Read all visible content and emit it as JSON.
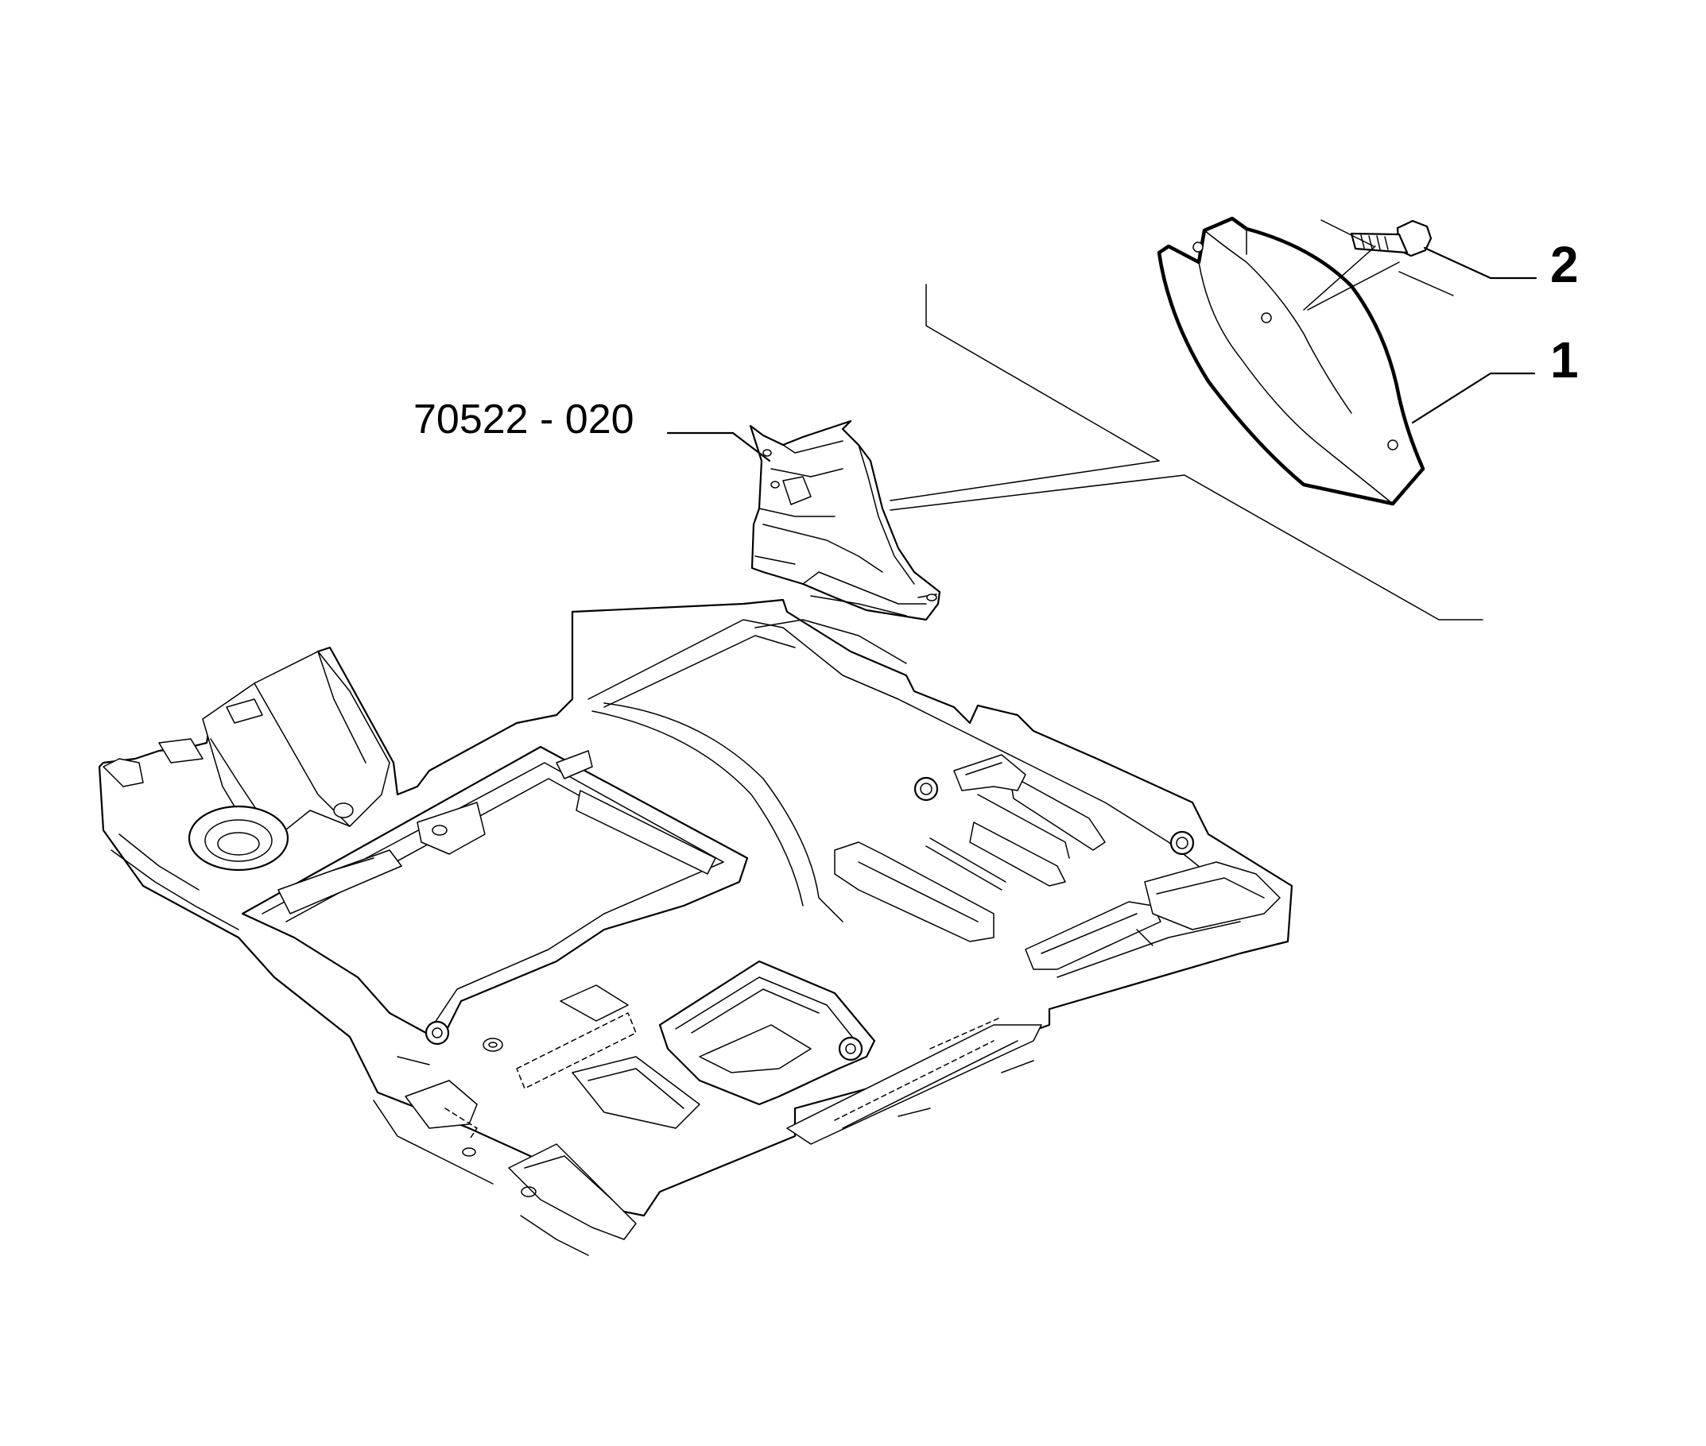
{
  "diagram": {
    "callouts": [
      {
        "id": "part-1",
        "text": "1"
      },
      {
        "id": "part-2",
        "text": "2"
      },
      {
        "id": "ref-assembly",
        "text": "70522 - 020"
      }
    ],
    "colors": {
      "ink": "#000000",
      "paper": "#ffffff",
      "shade": "#e9e9e9"
    }
  }
}
